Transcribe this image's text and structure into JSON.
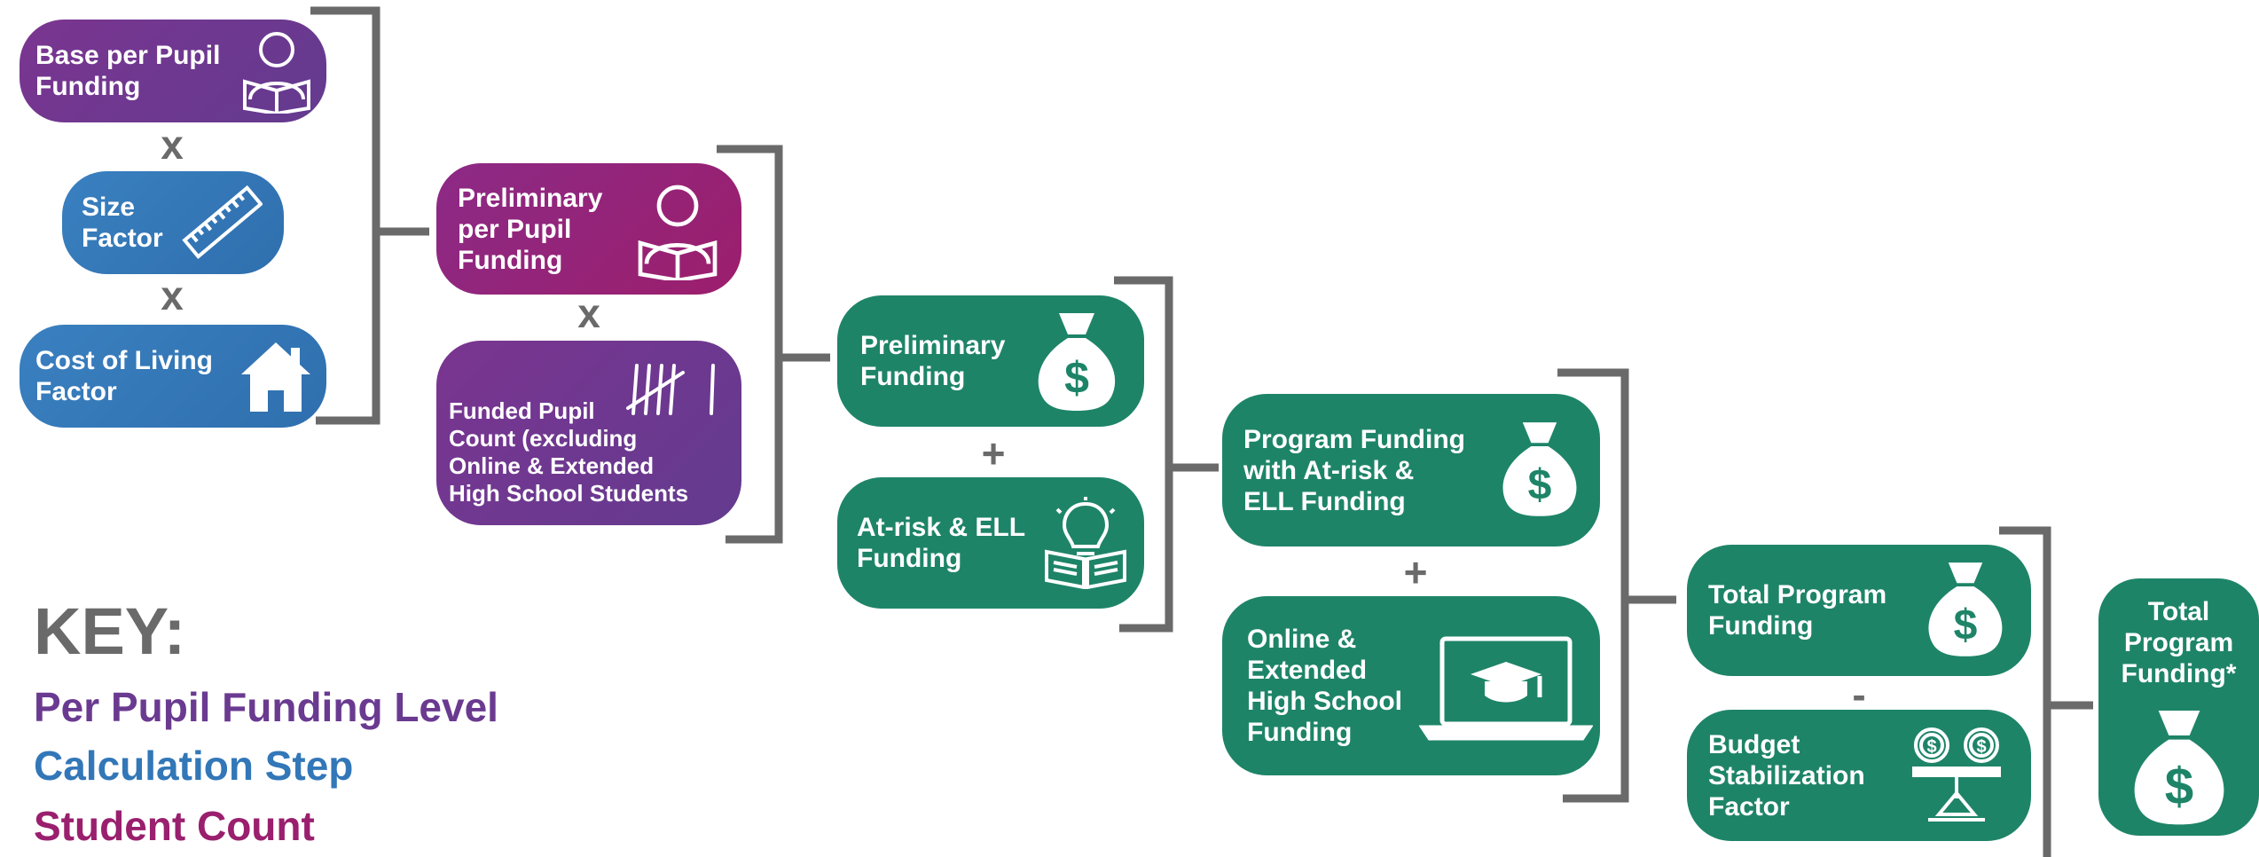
{
  "nodes": {
    "base_per_pupil": "Base per Pupil\nFunding",
    "size_factor": "Size\nFactor",
    "cost_of_living": "Cost of Living\nFactor",
    "preliminary_per_pupil": "Preliminary\nper Pupil\nFunding",
    "funded_pupil_count": "Funded Pupil\nCount (excluding\nOnline & Extended\nHigh School Students",
    "preliminary_funding": "Preliminary\nFunding",
    "at_risk_ell": "At-risk & ELL\nFunding",
    "program_funding_at_risk": "Program Funding\nwith At-risk &\nELL Funding",
    "online_extended": "Online &\nExtended\nHigh School\nFunding",
    "total_program_funding": "Total Program\nFunding",
    "budget_stabilization": "Budget\nStabilization\nFactor",
    "total_program_funding_final": "Total\nProgram\nFunding*"
  },
  "operators": {
    "multiply": "x",
    "plus": "+",
    "minus": "-"
  },
  "key": {
    "title": "KEY:",
    "per_pupil_level": "Per Pupil Funding Level",
    "calculation_step": "Calculation Step",
    "student_count": "Student Count"
  },
  "colors": {
    "purple": "#6a3a90",
    "magenta": "#9a1f6e",
    "blue": "#3277b8",
    "green": "#1e8468",
    "bracket": "#6a6a6a"
  }
}
